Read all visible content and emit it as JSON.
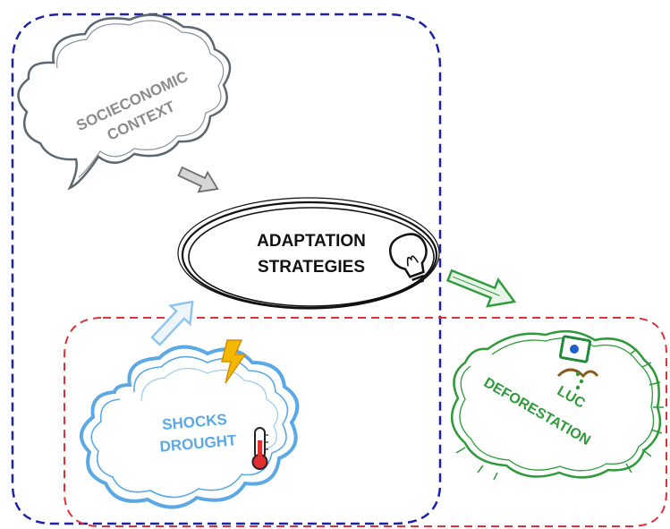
{
  "socioeconomic": {
    "line1": "SOCIECONOMIC",
    "line2": "CONTEXT",
    "color": "#8c8c8c"
  },
  "adaptation": {
    "line1": "ADAPTATION",
    "line2": "STRATEGIES",
    "color": "#111111"
  },
  "shocks": {
    "line1": "SHOCKS",
    "line2": "DROUGHT",
    "color": "#5aa9e6"
  },
  "luc": {
    "line1": "LUC",
    "line2": "DEFORESTATION",
    "color": "#2e9a3a"
  },
  "colors": {
    "blue_dashed_border": "#1e22a8",
    "red_dashed_border": "#e0313a",
    "gray_arrow": "#8c8c8c",
    "green_arrow": "#2e9a3a",
    "blue_arrow": "#8cc4ee",
    "lightning": "#f5b800",
    "thermometer": "#e23030"
  },
  "icons": [
    "lightbulb-icon",
    "lightning-icon",
    "thermometer-icon",
    "seed-planting-icon"
  ]
}
